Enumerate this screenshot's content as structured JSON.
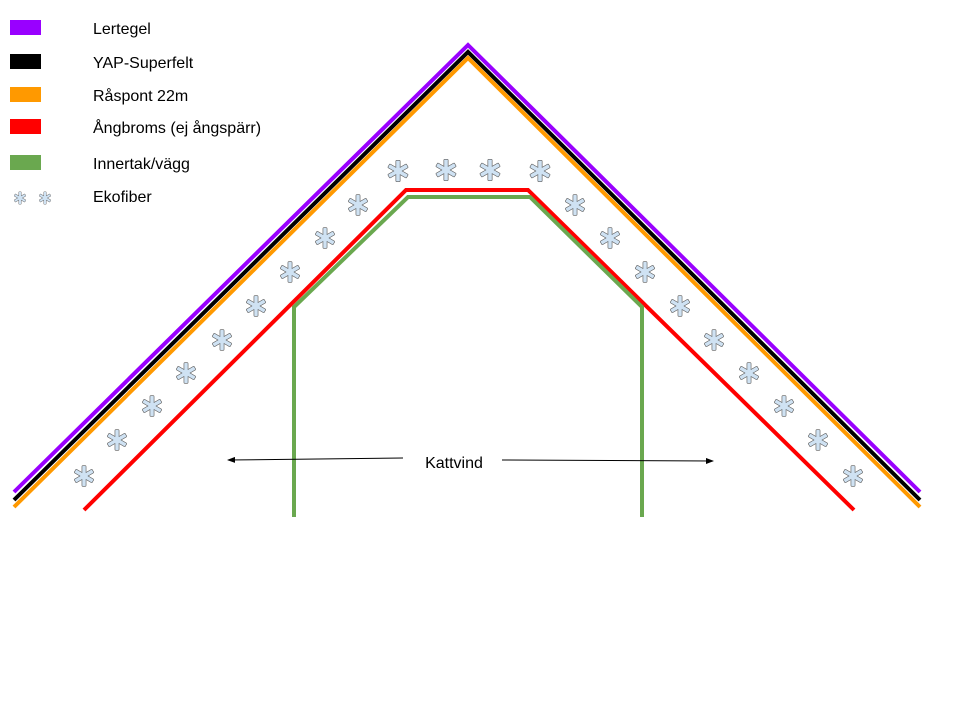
{
  "legend": [
    {
      "label": "Lertegel",
      "color": "#9900ff",
      "swatch": "rect"
    },
    {
      "label": "YAP-Superfelt",
      "color": "#000000",
      "swatch": "rect"
    },
    {
      "label": "Råspont 22m",
      "color": "#ff9900",
      "swatch": "rect"
    },
    {
      "label": "Ångbroms (ej ångspärr)",
      "color": "#ff0000",
      "swatch": "rect"
    },
    {
      "label": "Innertak/vägg",
      "color": "#6aa84f",
      "swatch": "rect"
    },
    {
      "label": "Ekofiber",
      "color": "#cfe2f3",
      "swatch": "asterisk"
    }
  ],
  "center_label": "Kattvind",
  "colors": {
    "lertegel": "#9900ff",
    "superfelt": "#000000",
    "raspont": "#ff9900",
    "angbroms": "#ff0000",
    "innertak": "#6aa84f",
    "ekofiber_fill": "#cfe2f3",
    "ekofiber_stroke": "#595959"
  }
}
